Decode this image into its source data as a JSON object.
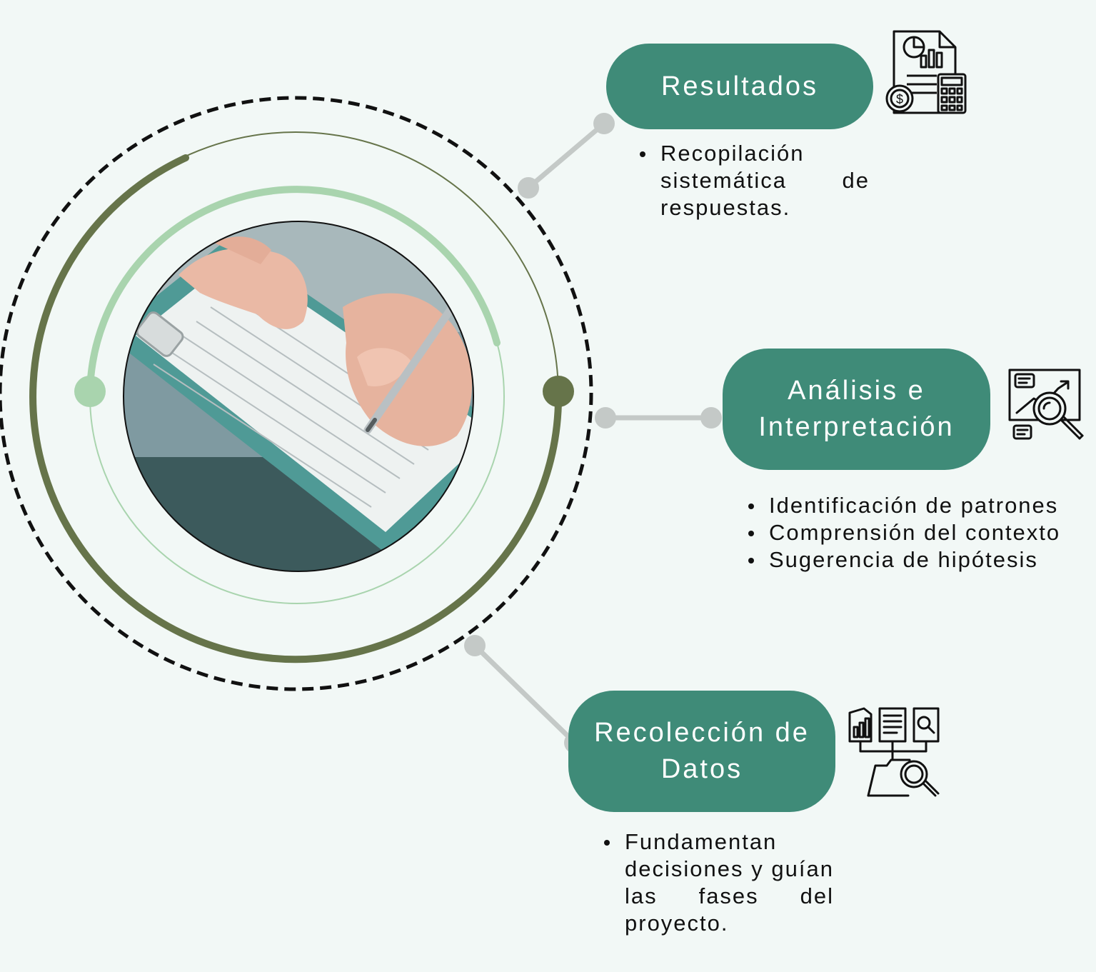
{
  "colors": {
    "background": "#f2f8f6",
    "pill": "#3f8b78",
    "ring_dark": "#66744a",
    "ring_light": "#a9d4ae",
    "connector": "#c4c9c7"
  },
  "steps": [
    {
      "title_lines": [
        "Resultados"
      ],
      "icon": "financial-report-icon",
      "bullets": [
        "Recopilación sistemática de respuestas."
      ]
    },
    {
      "title_lines": [
        "Análisis e",
        "Interpretación"
      ],
      "icon": "data-analysis-icon",
      "bullets": [
        "Identificación de patrones",
        "Comprensión del contexto",
        "Sugerencia de hipótesis"
      ]
    },
    {
      "title_lines": [
        "Recolección de",
        "Datos"
      ],
      "icon": "data-collection-icon",
      "bullets": [
        "Fundamentan decisiones y guían las fases del proyecto."
      ]
    }
  ]
}
